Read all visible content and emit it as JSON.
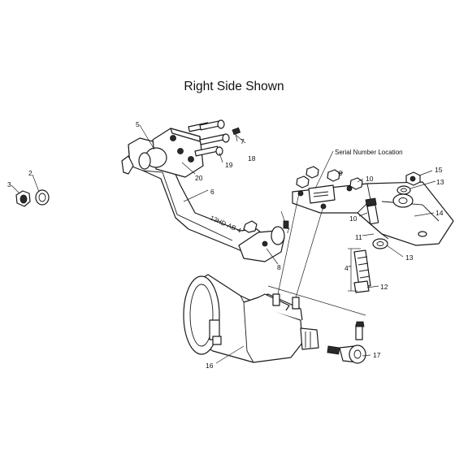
{
  "title": "Right Side Shown",
  "serial_label": "Serial Number Location",
  "dimension_label": "4\"",
  "frame_stamp": "13HD-AB-4",
  "callouts": {
    "c2": "2",
    "c3": "3",
    "c5": "5",
    "c6": "6",
    "c7a": "7",
    "c7b": "7",
    "c8": "8",
    "c9": "9",
    "c10a": "10",
    "c10b": "10",
    "c11": "11",
    "c12": "12",
    "c13a": "13",
    "c13b": "13",
    "c14": "14",
    "c15": "15",
    "c16": "16",
    "c17": "17",
    "c18": "18",
    "c19": "19",
    "c20": "20"
  }
}
